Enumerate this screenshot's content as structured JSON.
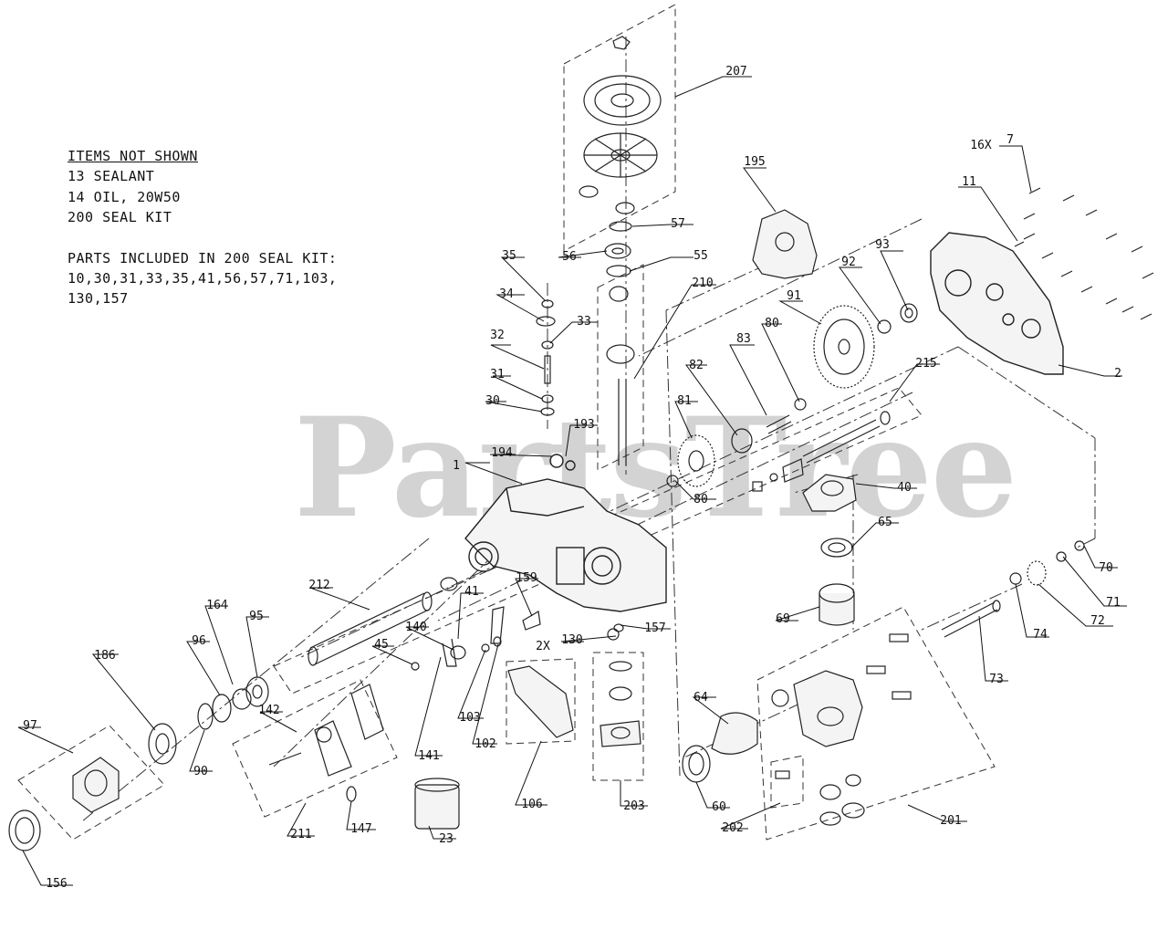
{
  "notes": {
    "not_shown_heading": "ITEMS NOT SHOWN",
    "not_shown_items": [
      "13 SEALANT",
      "14 OIL, 20W50",
      "200 SEAL KIT"
    ],
    "seal_kit_heading": "PARTS INCLUDED IN 200 SEAL KIT:",
    "seal_kit_lines": [
      "10,30,31,33,35,41,56,57,71,103,",
      "130,157"
    ]
  },
  "watermark": "PartsTree",
  "callouts": [
    "207",
    "195",
    "16X",
    "7",
    "11",
    "93",
    "92",
    "91",
    "2",
    "57",
    "56",
    "55",
    "35",
    "34",
    "33",
    "32",
    "31",
    "30",
    "210",
    "83",
    "80",
    "82",
    "81",
    "215",
    "193",
    "194",
    "1",
    "80",
    "40",
    "65",
    "70",
    "71",
    "72",
    "74",
    "69",
    "73",
    "212",
    "159",
    "41",
    "140",
    "157",
    "130",
    "2X",
    "45",
    "103",
    "102",
    "164",
    "95",
    "96",
    "186",
    "97",
    "90",
    "142",
    "141",
    "106",
    "203",
    "64",
    "60",
    "202",
    "201",
    "211",
    "147",
    "23",
    "156"
  ]
}
